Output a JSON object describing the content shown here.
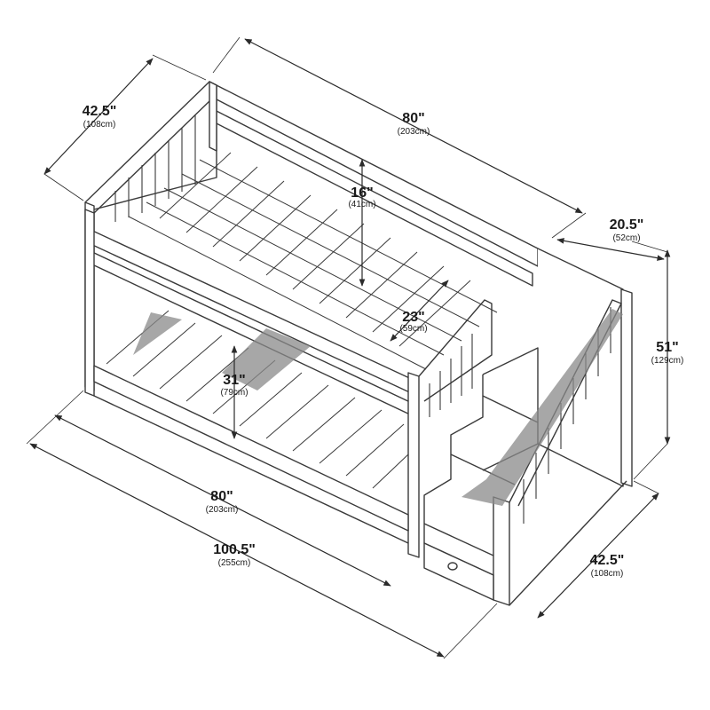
{
  "dimensions": {
    "top_depth": {
      "inches": "42.5\"",
      "cm": "(108cm)"
    },
    "top_length": {
      "inches": "80\"",
      "cm": "(203cm)"
    },
    "stair_depth": {
      "inches": "20.5\"",
      "cm": "(52cm)"
    },
    "rail_height": {
      "inches": "16\"",
      "cm": "(41cm)"
    },
    "total_height": {
      "inches": "51\"",
      "cm": "(129cm)"
    },
    "ladder_gap": {
      "inches": "23\"",
      "cm": "(59cm)"
    },
    "clearance": {
      "inches": "31\"",
      "cm": "(79cm)"
    },
    "bed_length": {
      "inches": "80\"",
      "cm": "(203cm)"
    },
    "total_length": {
      "inches": "100.5\"",
      "cm": "(255cm)"
    },
    "bottom_depth": {
      "inches": "42.5\"",
      "cm": "(108cm)"
    }
  },
  "colors": {
    "line": "#3a3a3a",
    "shade": "#8a8a8a",
    "dim": "#2b2b2b"
  }
}
